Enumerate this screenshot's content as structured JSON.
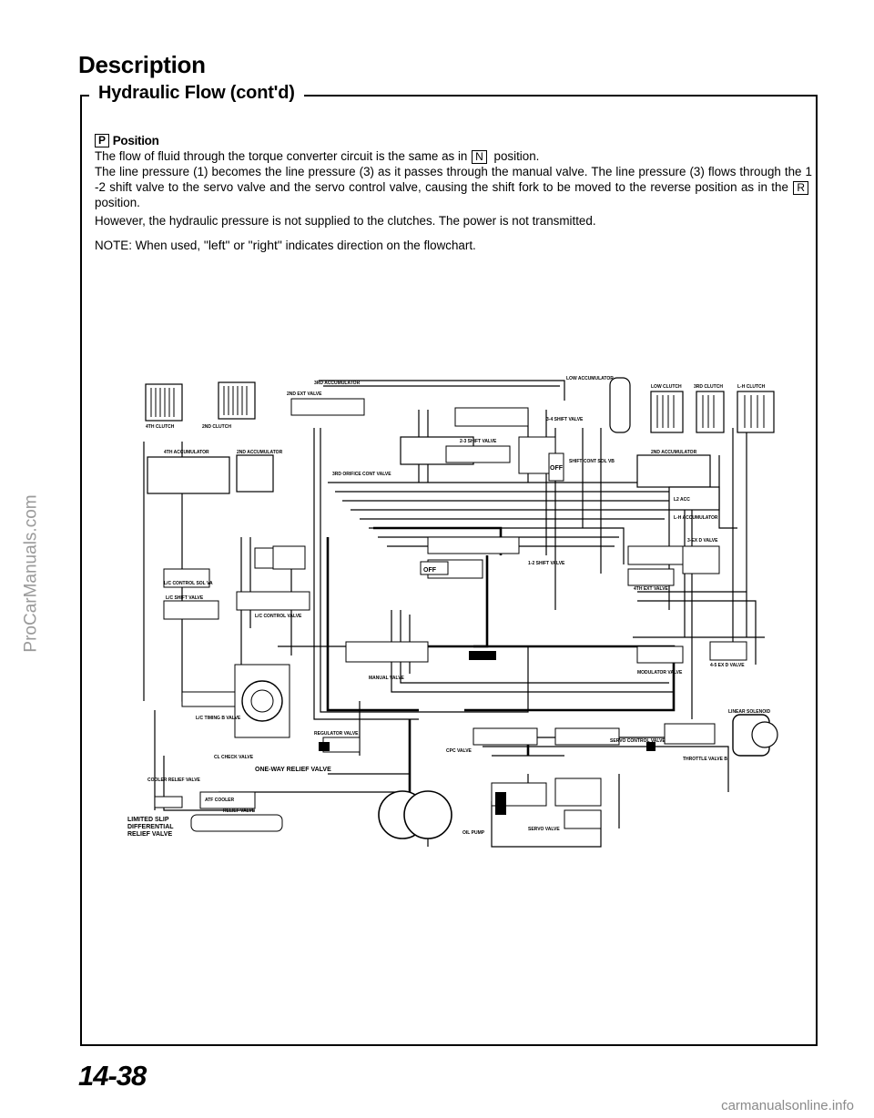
{
  "watermark_side": "ProCarManuals.com",
  "heading": "Description",
  "section_title": "Hydraulic Flow (cont'd)",
  "position": {
    "key": "P",
    "label": "Position"
  },
  "para1": {
    "before": "The flow of fluid through the torque converter circuit is the same as in",
    "key": "N",
    "after": "position."
  },
  "para2": {
    "before": "The line pressure (1) becomes the line pressure (3) as it passes through the manual valve. The line pressure (3) flows through the 1 -2 shift valve to the servo valve and the servo control valve, causing the shift fork to be moved to the reverse position as in the",
    "key": "R",
    "after": "position."
  },
  "para3": "However, the hydraulic pressure is not supplied to the clutches. The power is not transmitted.",
  "note": {
    "prefix": "NOTE:  When used,",
    "quoted": "\"left\" or \"right\"",
    "suffix": "indicates direction on the flowchart."
  },
  "diagram_labels": {
    "low_accumulator": "LOW ACCUMULATOR",
    "low_clutch": "LOW CLUTCH",
    "third_clutch": "3RD CLUTCH",
    "lh_clutch": "L-H CLUTCH",
    "fourth_clutch": "4TH CLUTCH",
    "second_clutch": "2ND CLUTCH",
    "fourth_accumulator": "4TH ACCUMULATOR",
    "second_accumulator": "2ND ACCUMULATOR",
    "third_accumulator": "3RD ACCUMULATOR",
    "second_exh_valve": "2ND EXT VALVE",
    "second_orifice": "3RD ORIFICE CONT VALVE",
    "shift_34": "3-4 SHIFT VALVE",
    "shift_23": "2-3 SHIFT VALVE",
    "shift_12": "1-2 SHIFT VALVE",
    "shift_cont_sol": "SHIFT CONT SOL VB",
    "off_a": "OFF",
    "off_b": "OFF",
    "lc_control_sol": "L/C CONTROL SOL VA",
    "lc_shift_valve": "L/C SHIFT VALVE",
    "lc_control_valve": "L/C CONTROL VALVE",
    "lc_timing_valve": "L/C TIMING B VALVE",
    "cl_check_valve": "CL CHECK VALVE",
    "fourth_exh_valve": "4TH EXT VALVE",
    "modulator_valve": "MODULATOR VALVE",
    "manual_valve": "MANUAL VALVE",
    "regulator_valve": "REGULATOR VALVE",
    "cpc_valve": "CPC VALVE",
    "servo_control_valve": "SERVO CONTROL VALVE",
    "throttle_valve": "THROTTLE VALVE B",
    "linear_solenoid": "LINEAR SOLENOID",
    "one_way_relief": "ONE-WAY RELIEF VALVE",
    "cooler_relief": "COOLER RELIEF VALVE",
    "atf_cooler": "ATF COOLER",
    "relief_valve": "RELIEF VALVE",
    "limited_slip_1": "LIMITED SLIP",
    "limited_slip_2": "DIFFERENTIAL",
    "limited_slip_3": "RELIEF VALVE",
    "oil_pump": "OIL PUMP",
    "servo_valve": "SERVO VALVE",
    "second_acc_right": "2ND ACCUMULATOR",
    "low_accumulator_2": "L-H ACCUMULATOR",
    "cpc_2": "L2 ACC",
    "three_ex_d_valve": "3-EX D VALVE",
    "four_ex_d_valve": "4-5 EX D VALVE"
  },
  "page_number": "14-38",
  "watermark_footer": "carmanualsonline.info"
}
